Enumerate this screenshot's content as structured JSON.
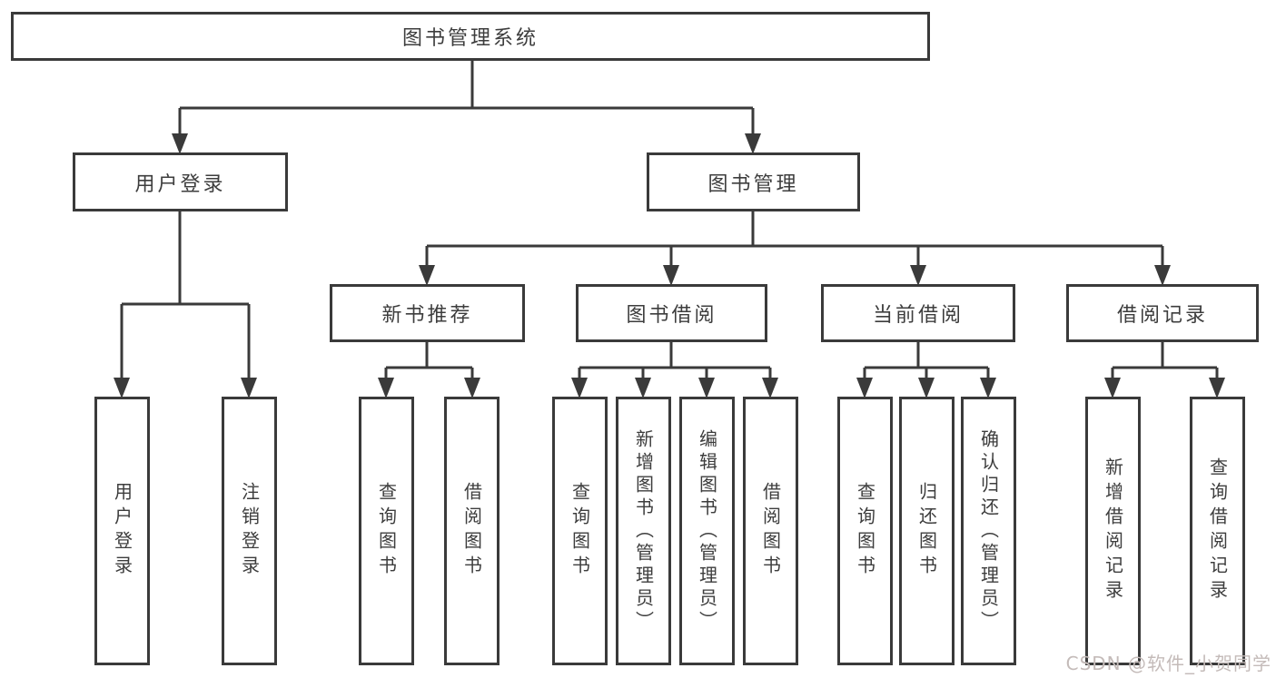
{
  "diagram": {
    "root": {
      "label": "图书管理系统"
    },
    "level2": [
      {
        "id": "user-login",
        "label": "用户登录"
      },
      {
        "id": "book-management",
        "label": "图书管理"
      }
    ],
    "level3": [
      {
        "id": "new-book-recommend",
        "label": "新书推荐"
      },
      {
        "id": "book-borrow",
        "label": "图书借阅"
      },
      {
        "id": "current-borrow",
        "label": "当前借阅"
      },
      {
        "id": "borrow-records",
        "label": "借阅记录"
      }
    ],
    "leaves": [
      {
        "id": "user-login-leaf",
        "label": "用户登录",
        "parent": "用户登录"
      },
      {
        "id": "logout",
        "label": "注销登录",
        "parent": "用户登录"
      },
      {
        "id": "query-books-recommend",
        "label": "查询图书",
        "parent": "新书推荐"
      },
      {
        "id": "borrow-books-recommend",
        "label": "借阅图书",
        "parent": "新书推荐"
      },
      {
        "id": "query-books-borrow",
        "label": "查询图书",
        "parent": "图书借阅"
      },
      {
        "id": "add-books-admin",
        "label": "新增图书（管理员）",
        "parent": "图书借阅"
      },
      {
        "id": "edit-books-admin",
        "label": "编辑图书（管理员）",
        "parent": "图书借阅"
      },
      {
        "id": "borrow-books",
        "label": "借阅图书",
        "parent": "图书借阅"
      },
      {
        "id": "query-books-current",
        "label": "查询图书",
        "parent": "当前借阅"
      },
      {
        "id": "return-books",
        "label": "归还图书",
        "parent": "当前借阅"
      },
      {
        "id": "confirm-return-admin",
        "label": "确认归还（管理员）",
        "parent": "当前借阅"
      },
      {
        "id": "add-borrow-record",
        "label": "新增借阅记录",
        "parent": "借阅记录"
      },
      {
        "id": "query-borrow-record",
        "label": "查询借阅记录",
        "parent": "借阅记录"
      }
    ]
  },
  "watermark": {
    "text": "CSDN @软件_小贺同学"
  },
  "colors": {
    "line": "#3a3a3a",
    "text": "#3d3d3d",
    "background": "#ffffff",
    "watermark": "#c4bbb9"
  }
}
